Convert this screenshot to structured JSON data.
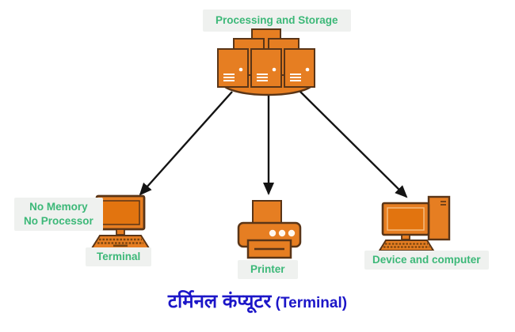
{
  "labels": {
    "processing": "Processing and Storage",
    "no_memory": "No Memory",
    "no_processor": "No Processor",
    "terminal": "Terminal",
    "printer": "Printer",
    "device": "Device and computer"
  },
  "caption": {
    "hindi": "टर्मिनल कंप्यूटर",
    "english": " (Terminal)"
  },
  "icons": {
    "servers": "server-cluster-icon",
    "terminal": "terminal-computer-icon",
    "printer": "printer-icon",
    "device": "desktop-computer-icon",
    "arrows": "connection-arrows"
  },
  "colors": {
    "orange": "#E67E22",
    "screen_orange": "#E2740F",
    "outline_brown": "#5A3517",
    "green_text": "#3CB878",
    "label_bg": "#EFF1EF",
    "caption_blue": "#1C16C8",
    "arrow_black": "#141414",
    "background": "#FFFFFF"
  }
}
